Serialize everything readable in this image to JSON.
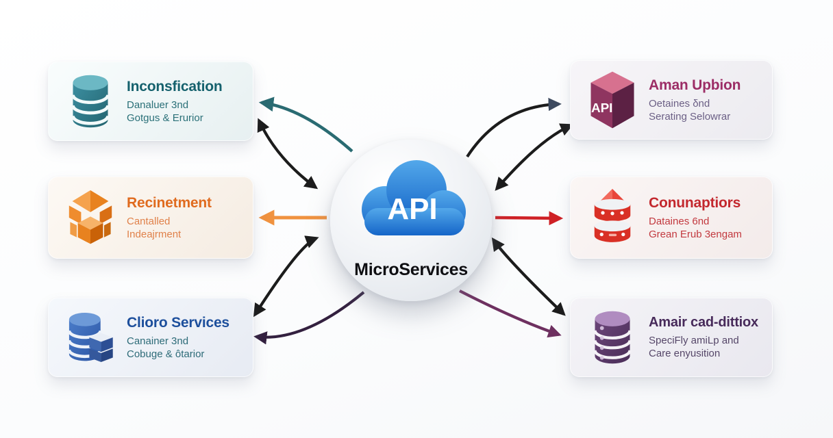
{
  "center": {
    "cloud_label": "API",
    "title": "MicroServices"
  },
  "cards": [
    {
      "id": "top-left",
      "title": "Inconsfication",
      "line1": "Danaluer 3nd",
      "line2": "Gotgus & Erurior",
      "icon": "database-icon",
      "accent": "#15616d"
    },
    {
      "id": "middle-left",
      "title": "Recinetment",
      "line1": "Cantalled",
      "line2": "Indeajrment",
      "icon": "container-cube-icon",
      "accent": "#e06b1f"
    },
    {
      "id": "bottom-left",
      "title": "Clioro Services",
      "line1": "Canainer 3nd",
      "line2": "Cobuge & ôtarior",
      "icon": "database-cube-icon",
      "accent": "#1d4f9c"
    },
    {
      "id": "top-right",
      "title": "Aman Upbion",
      "line1": "Oetaines δnd",
      "line2": "Serating Selowrar",
      "icon": "api-cube-icon",
      "icon_label": "API",
      "accent": "#9c2d66"
    },
    {
      "id": "middle-right",
      "title": "Conunaptiors",
      "line1": "Dataines 6nd",
      "line2": "Grean Erub 3engam",
      "icon": "stacked-barrels-icon",
      "accent": "#c3282e"
    },
    {
      "id": "bottom-right",
      "title": "Amair cad-dittiox",
      "line1": "SpeciFly amiLp and",
      "line2": "Care enyusition",
      "icon": "database-icon",
      "accent": "#472a5a"
    }
  ],
  "arrow_colors": {
    "teal": "#2a6b72",
    "black": "#1c1c1c",
    "slate_head": "#3d4a5f",
    "orange": "#f0923f",
    "red": "#cf2126",
    "purple_left": "#33203f",
    "purple_right": "#6e3060"
  }
}
